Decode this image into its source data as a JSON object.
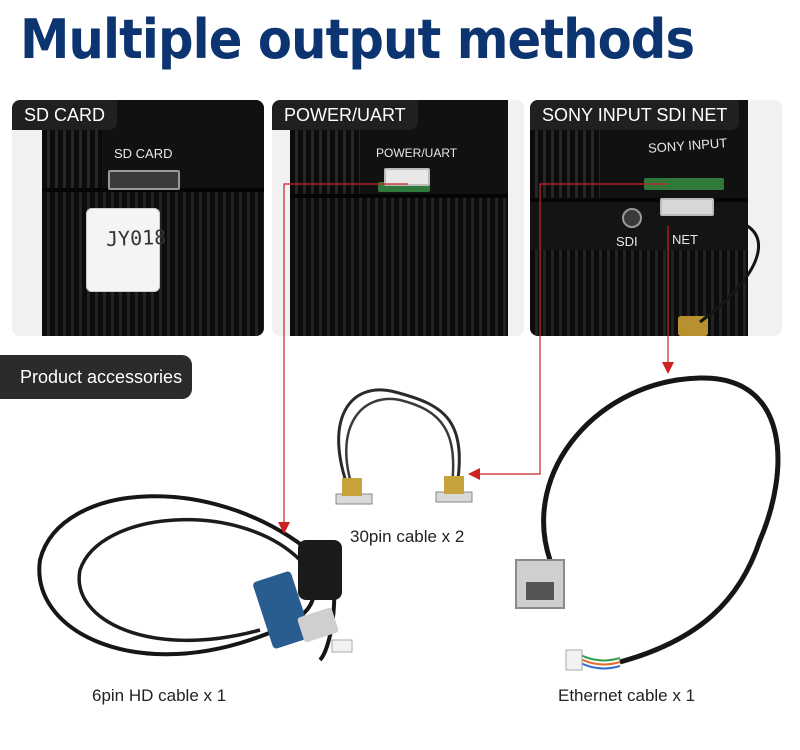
{
  "title": "Multiple output methods",
  "panels": {
    "sd": {
      "label": "SD CARD",
      "print_label": "SD  CARD",
      "sticker_text": "JY018"
    },
    "power": {
      "label": "POWER/UART",
      "print_label": "POWER/UART"
    },
    "sony": {
      "label": "SONY INPUT   SDI   NET",
      "print_input": "SONY  INPUT",
      "print_sdi": "SDI",
      "print_net": "NET"
    }
  },
  "accessories": {
    "section_label": "Product accessories",
    "items": [
      {
        "name": "30pin cable x 2"
      },
      {
        "name": "6pin HD cable x 1"
      },
      {
        "name": "Ethernet cable x 1"
      }
    ]
  },
  "colors": {
    "title": "#0c3470",
    "label_bg": "#202020",
    "arrow": "#cc2222",
    "camera": "#111111",
    "cable": "#161616"
  },
  "icons": [
    "arrow-icon"
  ]
}
